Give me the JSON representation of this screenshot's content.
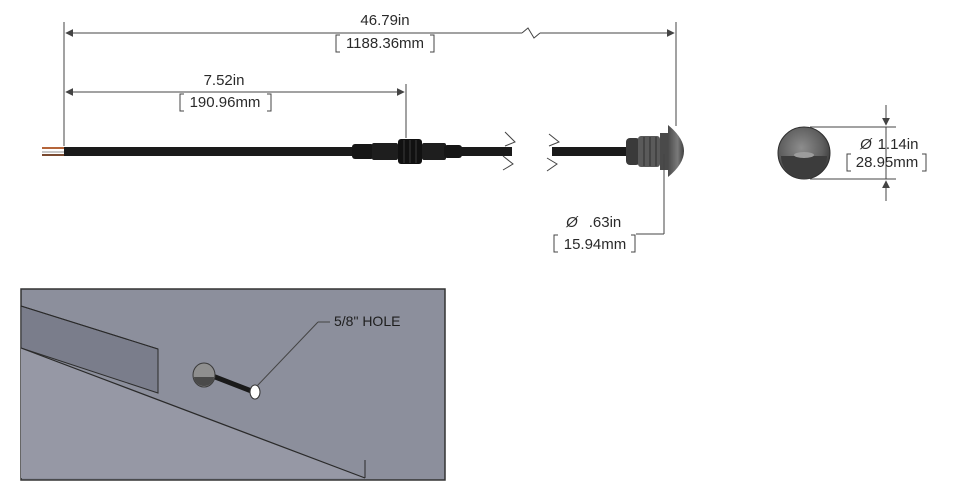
{
  "top_view": {
    "overall_length": {
      "imperial": "46.79in",
      "metric": "1188.36mm"
    },
    "connector_length": {
      "imperial": "7.52in",
      "metric": "190.96mm"
    },
    "stem_diameter": {
      "imperial": ".63in",
      "metric": "15.94mm",
      "symbol": "Ø"
    }
  },
  "front_view": {
    "face_diameter": {
      "imperial": "1.14in",
      "metric": "28.95mm",
      "symbol": "Ø"
    }
  },
  "install_view": {
    "hole_callout": "5/8\" HOLE"
  },
  "colors": {
    "cable": "#1a1a1a",
    "wire_copper": "#b5653a",
    "panel_bg": "#8c8f9c",
    "panel_border": "#333333",
    "fixture_grey": "#6f6f6f"
  }
}
